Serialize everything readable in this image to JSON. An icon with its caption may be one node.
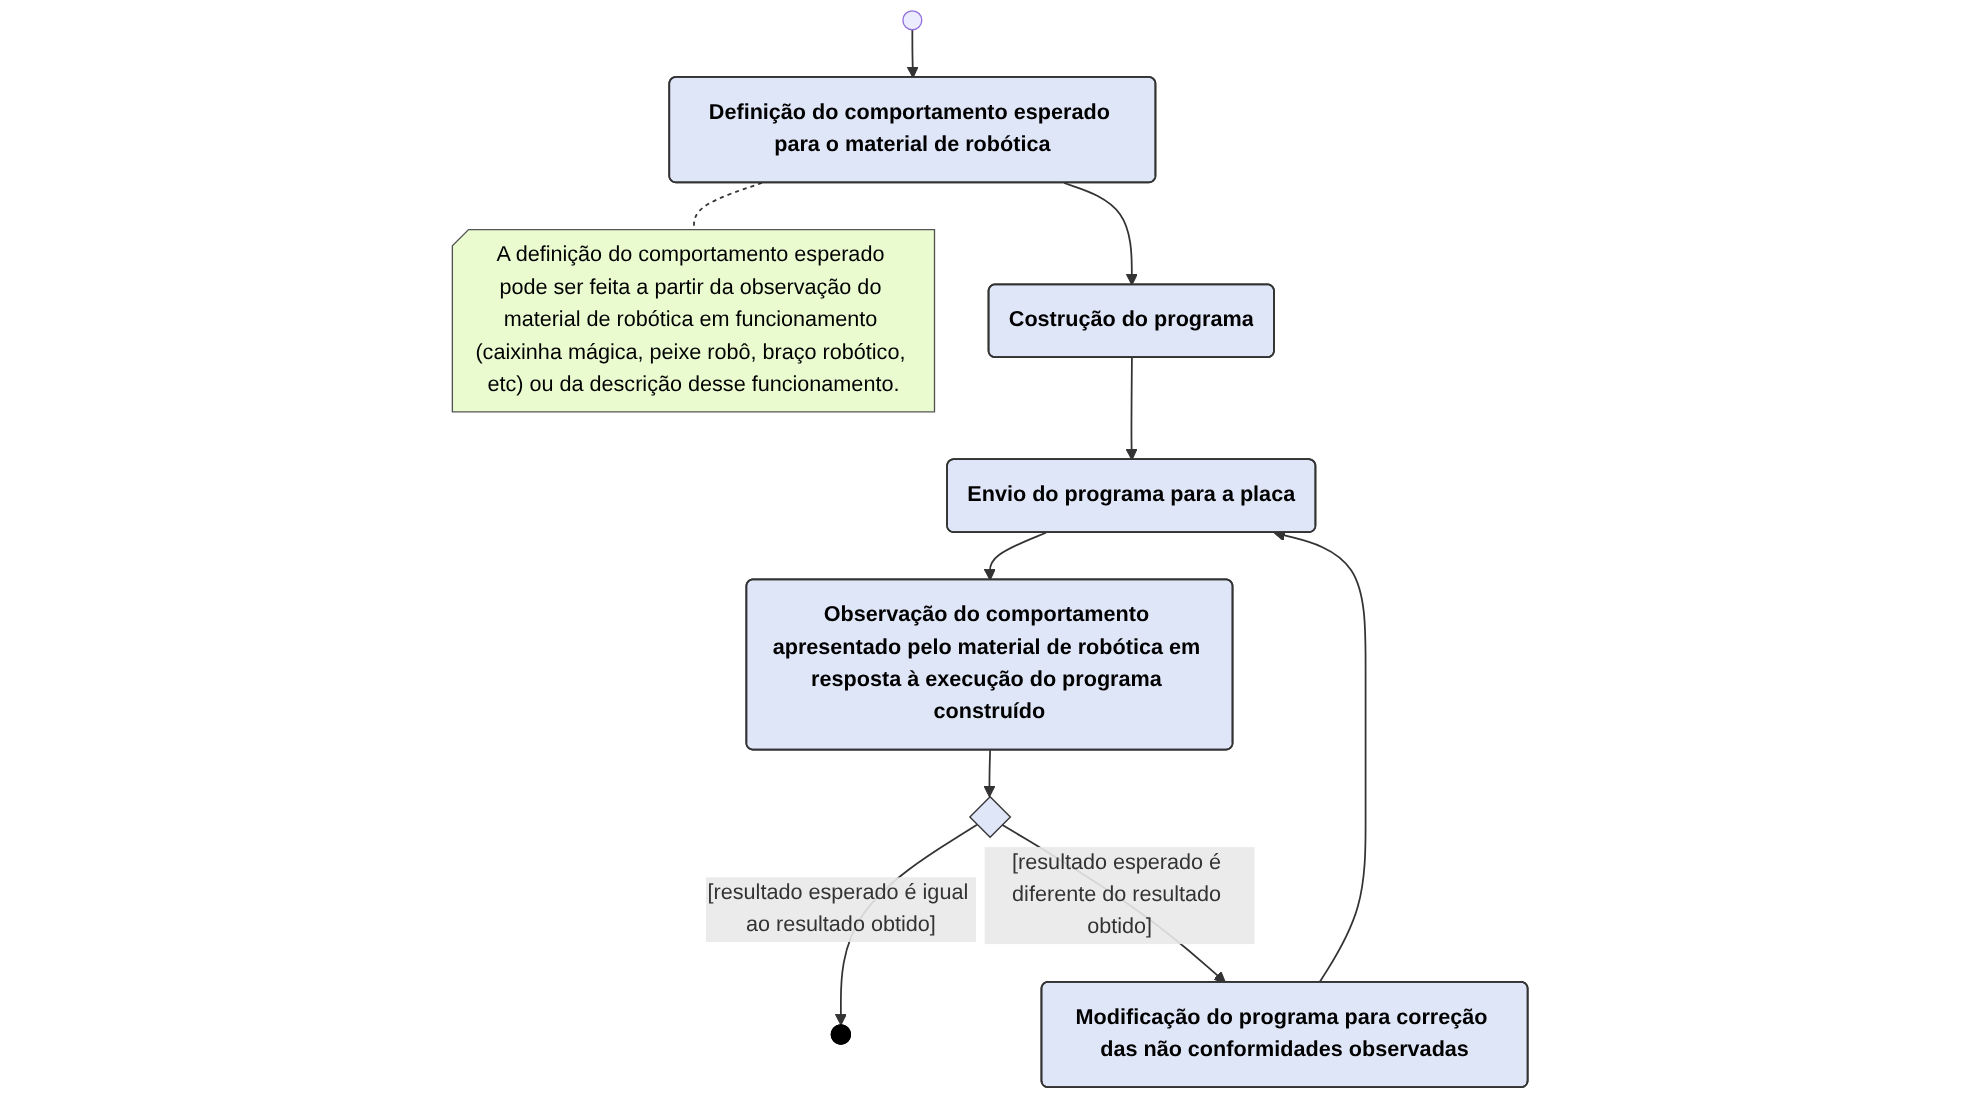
{
  "diagram": {
    "nodes": [
      {
        "text": [],
        "shape": "circle"
      },
      {
        "text": [
          "Definição do comportamento esperado para o material de robótica"
        ]
      },
      {
        "text": [
          "A definição do comportamento esperado pode ser feita a partir da observação do material de robótica em funcionamento (caixinha mágica, peixe robô, braço robótico, etc) ou da descrição desse funcionamento."
        ]
      },
      {
        "text": [
          "Costrução do programa"
        ]
      },
      {
        "text": [
          "Envio do programa para a placa"
        ]
      },
      {
        "text": [
          "Observação do comportamento apresentado pelo material de robótica em resposta à execução do programa construído"
        ]
      },
      {
        "text": [],
        "shape": "diamond"
      },
      {
        "text": [],
        "shape": "circle"
      },
      {
        "text": [
          "Modificação do programa para correção das não conformidades observadas"
        ]
      }
    ],
    "edges": [
      {
        "from": 0,
        "to": 1,
        "arrow": "to"
      },
      {
        "from": 1,
        "to": 3,
        "arrow": "to"
      },
      {
        "from": 3,
        "to": 4,
        "arrow": "to"
      },
      {
        "from": 4,
        "to": 5,
        "arrow": "to"
      },
      {
        "from": 5,
        "to": 6,
        "arrow": "to"
      },
      {
        "from": 6,
        "to": 7,
        "arrow": "to",
        "label": "[resultado esperado é igual ao resultado obtido]"
      },
      {
        "from": 6,
        "to": 8,
        "arrow": "to",
        "label": "[resultado esperado é diferente do resultado obtido]"
      },
      {
        "from": 8,
        "to": 4,
        "arrow": "to"
      },
      {
        "from": 1,
        "to": 2,
        "arrow": "none",
        "style": "dashed"
      }
    ]
  }
}
